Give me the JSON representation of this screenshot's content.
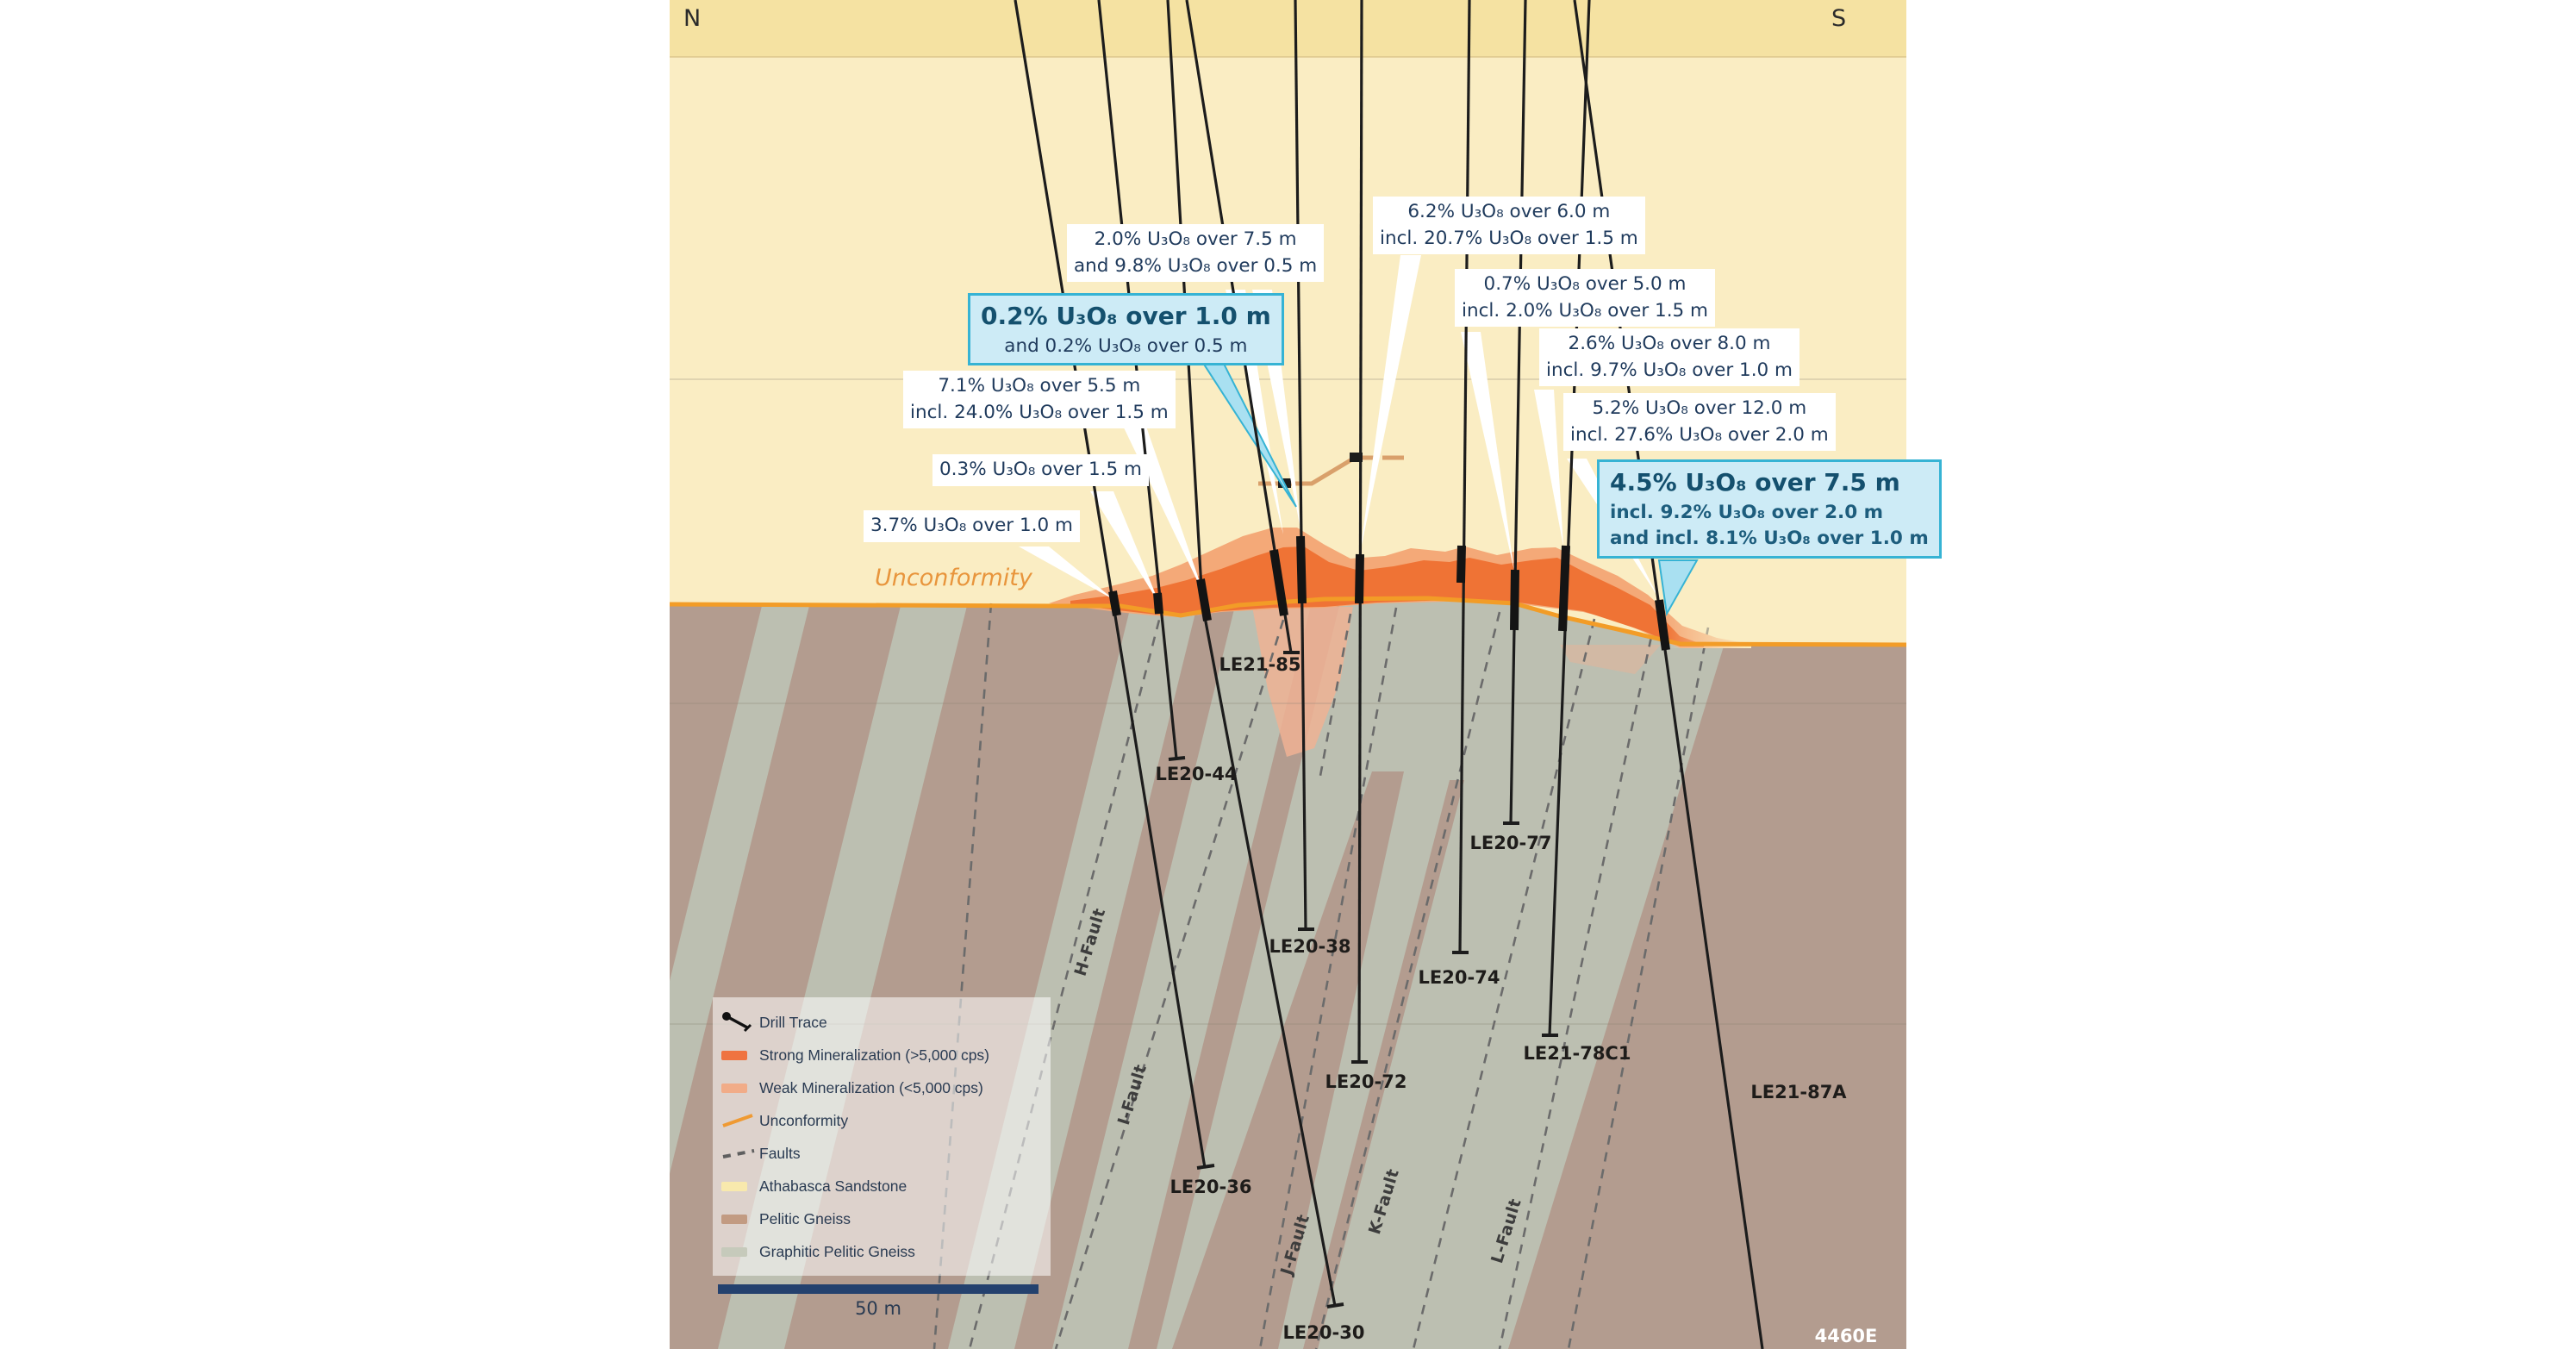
{
  "compass": {
    "north": "N",
    "south": "S"
  },
  "unconformity_label": "Unconformity",
  "section_label": "4460E",
  "scale_bar": {
    "label": "50 m"
  },
  "legend": {
    "items": [
      {
        "id": "drill-trace",
        "label": "Drill Trace"
      },
      {
        "id": "strong-mineralization",
        "label": "Strong Mineralization (>5,000 cps)",
        "color": "#ef7340"
      },
      {
        "id": "weak-mineralization",
        "label": "Weak Mineralization (<5,000 cps)",
        "color": "#f1ac88"
      },
      {
        "id": "unconformity",
        "label": "Unconformity",
        "color": "#ef9a33"
      },
      {
        "id": "faults",
        "label": "Faults",
        "color": "#5f5f5f"
      },
      {
        "id": "athabasca-sandstone",
        "label": "Athabasca Sandstone",
        "color": "#f8e9ad"
      },
      {
        "id": "pelitic-gneiss",
        "label": "Pelitic Gneiss",
        "color": "#c29b82"
      },
      {
        "id": "graphitic-pelitic-gneiss",
        "label": "Graphitic Pelitic Gneiss",
        "color": "#c6cabb"
      }
    ]
  },
  "annotations": {
    "a20": {
      "lines": [
        "2.0% U₃O₈ over 7.5 m",
        "and 9.8% U₃O₈ over 0.5 m"
      ]
    },
    "a62": {
      "lines": [
        "6.2% U₃O₈ over 6.0 m",
        "incl. 20.7% U₃O₈ over 1.5 m"
      ]
    },
    "a02": {
      "highlighted": true,
      "lines": [
        "0.2% U₃O₈ over 1.0 m",
        "and 0.2% U₃O₈ over 0.5 m"
      ]
    },
    "a07": {
      "lines": [
        "0.7% U₃O₈ over 5.0 m",
        "incl. 2.0% U₃O₈ over 1.5 m"
      ]
    },
    "a71": {
      "lines": [
        "7.1% U₃O₈ over 5.5 m",
        "incl. 24.0% U₃O₈ over 1.5 m"
      ]
    },
    "a26": {
      "lines": [
        "2.6% U₃O₈ over 8.0 m",
        "incl. 9.7% U₃O₈ over 1.0 m"
      ]
    },
    "a52": {
      "lines": [
        "5.2% U₃O₈ over 12.0 m",
        "incl. 27.6% U₃O₈ over 2.0 m"
      ]
    },
    "a03": {
      "lines": [
        "0.3% U₃O₈ over 1.5 m"
      ]
    },
    "a37": {
      "lines": [
        "3.7% U₃O₈ over 1.0 m"
      ]
    },
    "a45": {
      "highlighted": true,
      "lines": [
        "4.5% U₃O₈ over 7.5 m",
        "incl. 9.2% U₃O₈ over 2.0 m",
        "and incl. 8.1% U₃O₈ over 1.0 m"
      ]
    }
  },
  "drill_holes": [
    {
      "name": "LE21-85"
    },
    {
      "name": "LE20-44"
    },
    {
      "name": "LE20-38"
    },
    {
      "name": "LE20-77"
    },
    {
      "name": "LE20-74"
    },
    {
      "name": "LE20-72"
    },
    {
      "name": "LE21-78C1"
    },
    {
      "name": "LE21-87A"
    },
    {
      "name": "LE20-36"
    },
    {
      "name": "LE20-30"
    }
  ],
  "faults": [
    {
      "name": "H-Fault"
    },
    {
      "name": "I-Fault"
    },
    {
      "name": "J-Fault"
    },
    {
      "name": "K-Fault"
    },
    {
      "name": "L-Fault"
    }
  ],
  "colors": {
    "sandstone": "#faedc3",
    "sandstone_top": "#f5e2a2",
    "pelitic_gneiss": "#b39c8f",
    "graphitic_gneiss": "#bcbfb1",
    "strong_min": "#ef7335",
    "weak_min": "#f4a978",
    "unconformity_line": "#f29c27",
    "fault_line": "#6b6b6b",
    "drill_line": "#1c1c1c",
    "scalebar": "#24416e",
    "highlight_fill": "#cdebf6",
    "highlight_border": "#36b3d4"
  }
}
